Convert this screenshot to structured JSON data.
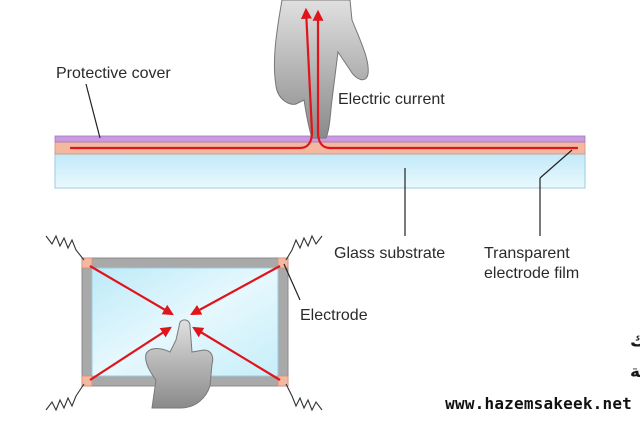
{
  "labels": {
    "protective_cover": "Protective cover",
    "electric_current": "Electric current",
    "glass_substrate": "Glass substrate",
    "transparent_electrode_film_line1": "Transparent",
    "transparent_electrode_film_line2": "electrode film",
    "electrode": "Electrode"
  },
  "watermark": {
    "name": "د. حازم فلاح سكيك",
    "network": "شبكة الفيزياء التعليمية",
    "url": "www.hazemsakeek.net"
  },
  "colors": {
    "current_arrow": "#e0141b",
    "protective_cover": "#c99ae0",
    "electrode_film": "#f2b8a0",
    "glass_substrate": "#d6f1fb",
    "glass_frame": "#a9a9a9",
    "hand": "#8f8f8f"
  },
  "icons": {
    "hand_top": "pointing-hand-icon",
    "hand_bottom": "pointing-hand-icon",
    "resistor_corners": "zigzag-wire-icon"
  }
}
